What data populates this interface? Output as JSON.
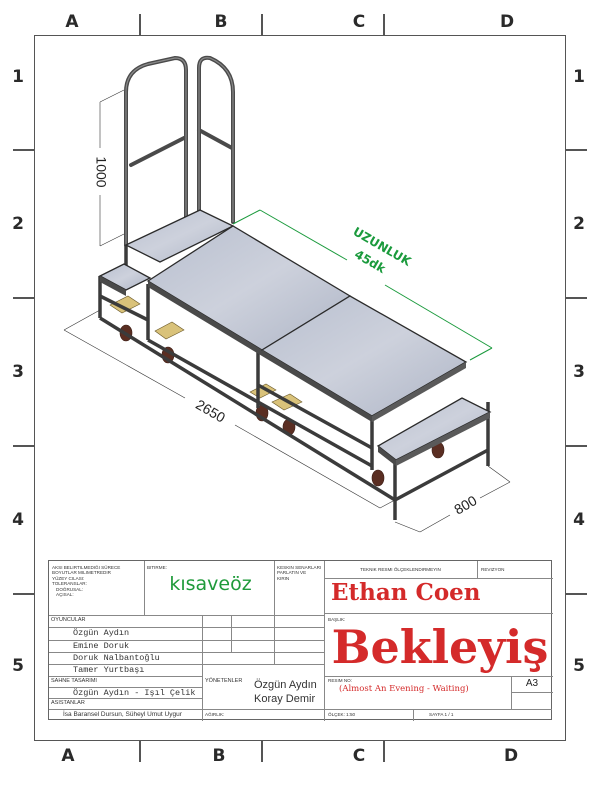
{
  "sheet": {
    "columns": [
      "A",
      "B",
      "C",
      "D"
    ],
    "rows": [
      "1",
      "2",
      "3",
      "4",
      "5"
    ]
  },
  "drawing": {
    "dimensions": {
      "height": "1000",
      "length": "2650",
      "width": "800"
    },
    "annotation": {
      "label": "UZUNLUK",
      "value": "45dk",
      "color": "#1a9a3c"
    },
    "colors": {
      "platform": "#c5cad6",
      "frame": "#3b3b3b",
      "caster_plate": "#d9c27a",
      "wheel": "#6b3a2a"
    }
  },
  "title_block": {
    "notes": {
      "line1": "Aksi belirtilmediği sürece",
      "line2": "boyutlar milimetredir",
      "line3": "Yüzey cilası:",
      "line4": "Toleranslar:",
      "line5": "Doğrusal:",
      "line6": "Açısal:"
    },
    "finish_label": "Bitirme:",
    "finish_value": "kısaveöz",
    "finish_color": "#1f9a3a",
    "edges_label_1": "Keskin senarları",
    "edges_label_2": "parlatın ve",
    "edges_label_3": "kırın",
    "drawing_note": "Teknik resmi ölçeklendirmeyin",
    "revision_label": "Revizyon",
    "author": "Ethan Coen",
    "title_label": "Başlık:",
    "title": "Bekleyiş",
    "drawing_no_label": "Resim no:",
    "subtitle": "(Almost An Evening - Waiting)",
    "paper_size": "A3",
    "scale_label": "Ölçek: 1:50",
    "sheet_label": "Sayfa 1 / 1",
    "weight_label": "Ağırlık:",
    "cast_label": "Oyuncular",
    "cast": [
      "Özgün Aydın",
      "Emine Doruk",
      "Doruk Nalbantoğlu",
      "Tamer Yurtbaşı"
    ],
    "stage_design_label": "Sahne tasarımı",
    "stage_design": "Özgün Aydın - Işıl Çelik",
    "assistants_label": "Asistanlar",
    "assistants": "İsa Baransel Dursun, Süheyl Umut Uygur",
    "directors_label": "Yönetenler",
    "directors": [
      "Özgün Aydın",
      "Koray Demir"
    ]
  }
}
